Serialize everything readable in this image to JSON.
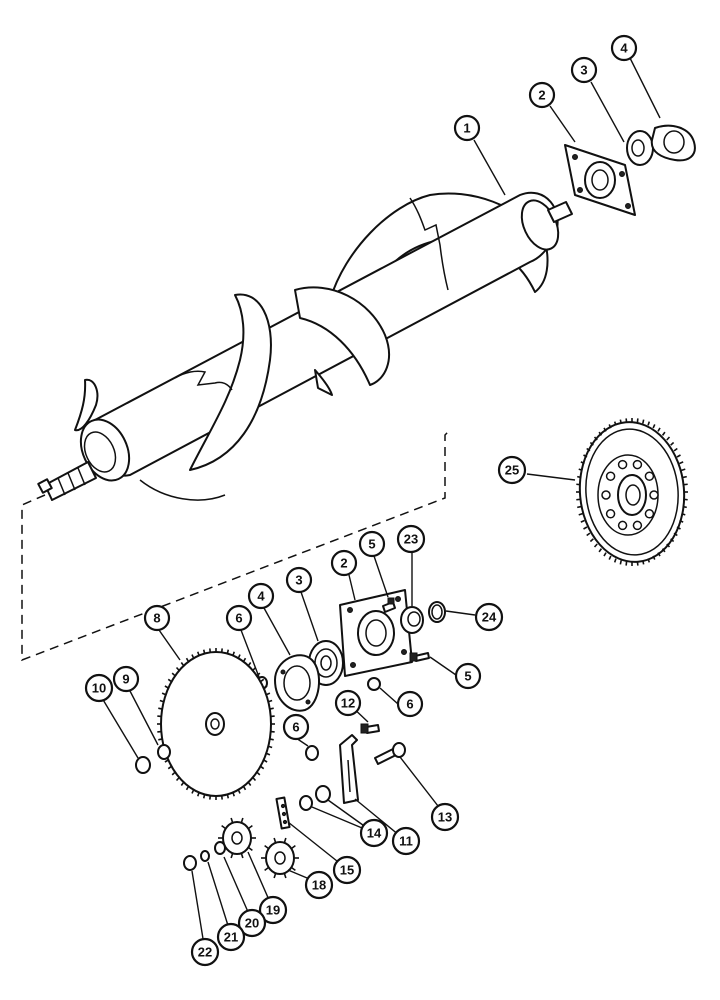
{
  "figure": {
    "callouts": [
      {
        "id": "c1",
        "label": "1"
      },
      {
        "id": "c2a",
        "label": "2"
      },
      {
        "id": "c3a",
        "label": "3"
      },
      {
        "id": "c4a",
        "label": "4"
      },
      {
        "id": "c25",
        "label": "25"
      },
      {
        "id": "c2b",
        "label": "2"
      },
      {
        "id": "c5a",
        "label": "5"
      },
      {
        "id": "c23",
        "label": "23"
      },
      {
        "id": "c24",
        "label": "24"
      },
      {
        "id": "c3b",
        "label": "3"
      },
      {
        "id": "c4b",
        "label": "4"
      },
      {
        "id": "c6a",
        "label": "6"
      },
      {
        "id": "c8",
        "label": "8"
      },
      {
        "id": "c9",
        "label": "9"
      },
      {
        "id": "c10",
        "label": "10"
      },
      {
        "id": "c5b",
        "label": "5"
      },
      {
        "id": "c6b",
        "label": "6"
      },
      {
        "id": "c12",
        "label": "12"
      },
      {
        "id": "c6c",
        "label": "6"
      },
      {
        "id": "c13",
        "label": "13"
      },
      {
        "id": "c11",
        "label": "11"
      },
      {
        "id": "c14",
        "label": "14"
      },
      {
        "id": "c15",
        "label": "15"
      },
      {
        "id": "c18",
        "label": "18"
      },
      {
        "id": "c19",
        "label": "19"
      },
      {
        "id": "c20",
        "label": "20"
      },
      {
        "id": "c21",
        "label": "21"
      },
      {
        "id": "c22",
        "label": "22"
      }
    ]
  }
}
